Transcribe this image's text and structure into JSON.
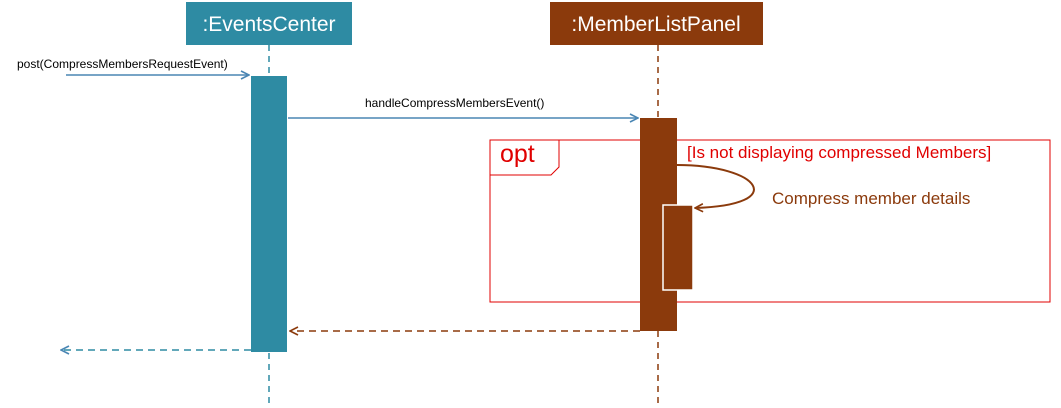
{
  "lifelines": [
    {
      "id": "events-center",
      "name": ":EventsCenter",
      "color": "#2E8BA3"
    },
    {
      "id": "member-list-panel",
      "name": ":MemberListPanel",
      "color": "#8B3A0C"
    }
  ],
  "messages": {
    "post": "post(CompressMembersRequestEvent)",
    "handle": "handleCompressMembersEvent()",
    "self_call": "Compress member details"
  },
  "fragment": {
    "operator": "opt",
    "guard": "[Is not displaying compressed  Members]",
    "color": "#e00000"
  },
  "colors": {
    "events_center": "#2E8BA3",
    "member_list_panel": "#8B3A0C",
    "message_line": "#4A86B4",
    "fragment": "#e00000"
  }
}
